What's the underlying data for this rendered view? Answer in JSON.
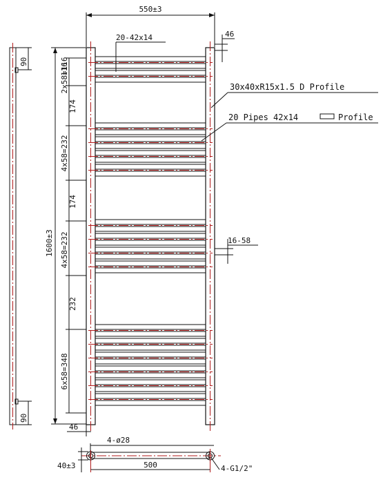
{
  "colors": {
    "line": "#111111",
    "centerline": "#b01818",
    "background": "#ffffff"
  },
  "dimensions": {
    "overall_width": "550±3",
    "overall_height": "1600±3",
    "side_offset_top": "46",
    "side_offset_bottom": "46",
    "end_cap_top": "90",
    "end_cap_bottom": "90",
    "pipe_pitch_range": "16-58",
    "center_distance": "500",
    "depth": "40±3",
    "holes": "4-ø28",
    "connections": "4-G1/2\""
  },
  "labels": {
    "top_pipe": "20-42x14",
    "profile": "30x40xR15x1.5 D Profile",
    "pipes_count": "20 Pipes 42x14",
    "pipes_profile_word": "Profile"
  },
  "vertical_segments": [
    {
      "label": "116",
      "pipes": 0
    },
    {
      "label": "2x58=116",
      "pipes": 2
    },
    {
      "label": "174",
      "pipes": 0
    },
    {
      "label": "4x58=232",
      "pipes": 4
    },
    {
      "label": "174",
      "pipes": 0
    },
    {
      "label": "4x58=232",
      "pipes": 4
    },
    {
      "label": "232",
      "pipes": 0
    },
    {
      "label": "6x58=348",
      "pipes": 6
    }
  ]
}
